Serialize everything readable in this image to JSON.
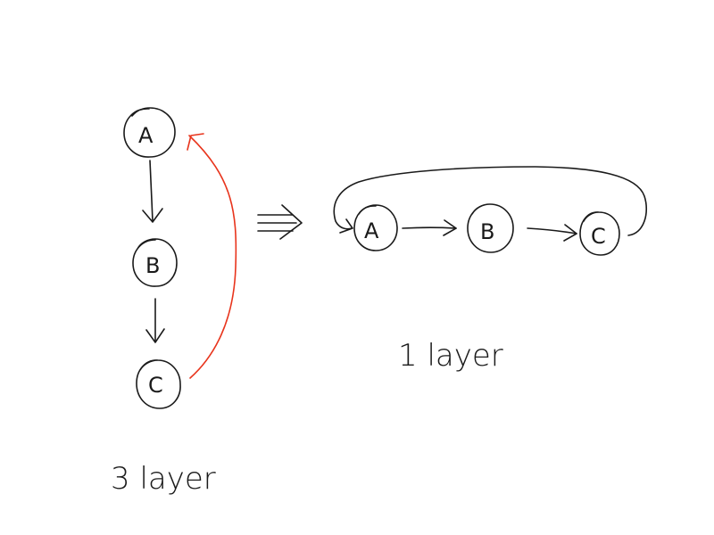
{
  "left_diagram": {
    "nodes": [
      {
        "id": "A",
        "label": "A"
      },
      {
        "id": "B",
        "label": "B"
      },
      {
        "id": "C",
        "label": "C"
      }
    ],
    "caption": "3 layer"
  },
  "right_diagram": {
    "nodes": [
      {
        "id": "A",
        "label": "A"
      },
      {
        "id": "B",
        "label": "B"
      },
      {
        "id": "C",
        "label": "C"
      }
    ],
    "caption": "1 layer"
  },
  "colors": {
    "ink": "#1a1a1a",
    "feedback_edge": "#e8341c"
  }
}
